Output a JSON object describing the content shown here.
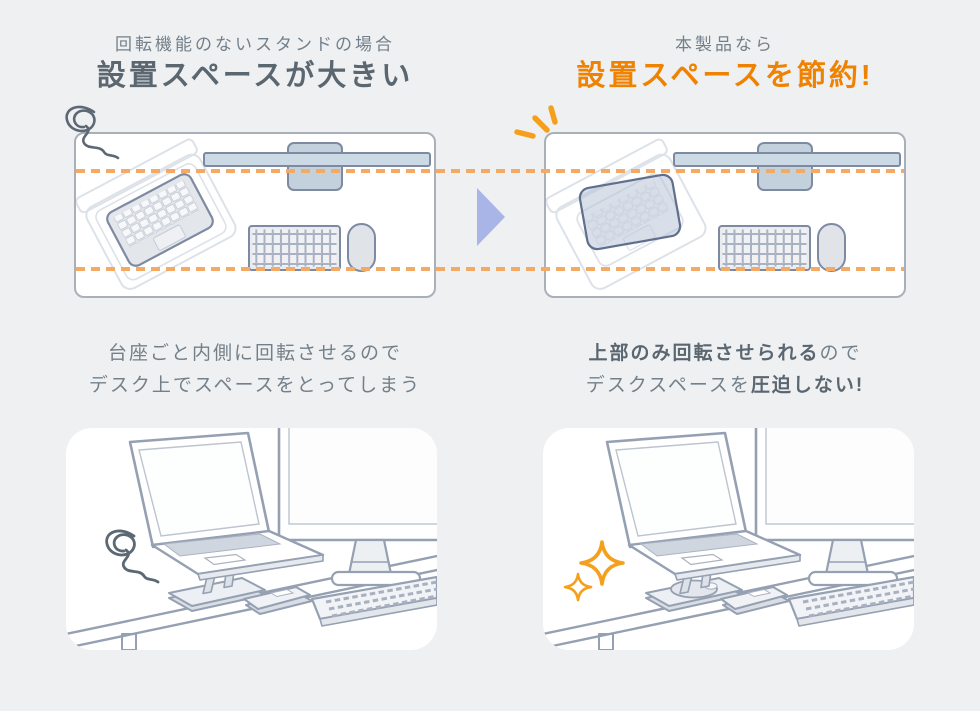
{
  "colors": {
    "page_bg": "#eff0f2",
    "card_bg": "#ffffff",
    "panel_border": "#a9b0ba",
    "title_dark": "#5a6670",
    "text_gray": "#73808a",
    "accent_orange": "#ef8200",
    "dash_orange": "#f4a964",
    "spark_orange": "#f5a01d",
    "squiggle_gray": "#5c6874",
    "arrow_blue": "#a9b5e7",
    "line_main": "#95a0b2",
    "line_strong": "#7e89a2",
    "line_light": "#dde2e9",
    "monitor_blue": "#ccdae5",
    "highlight_blue": "#b3c0d3"
  },
  "before": {
    "subtitle": "回転機能のないスタンドの場合",
    "title": "設置スペースが大きい",
    "caption_line1": "台座ごと内側に回転させるので",
    "caption_line2": "デスク上でスペースをとってしまう"
  },
  "after": {
    "subtitle": "本製品なら",
    "title": "設置スペースを節約!",
    "caption_line1_bold": "上部のみ回転させられる",
    "caption_line1_normal": "ので",
    "caption_line2_normal": "デスクスペースを",
    "caption_line2_bold": "圧迫しない!"
  },
  "icons": {
    "frustration": "squiggle-scribble",
    "delight": "four-point-sparkles",
    "transition": "right-pointing-triangle",
    "emphasis": "three-radiating-dashes"
  }
}
